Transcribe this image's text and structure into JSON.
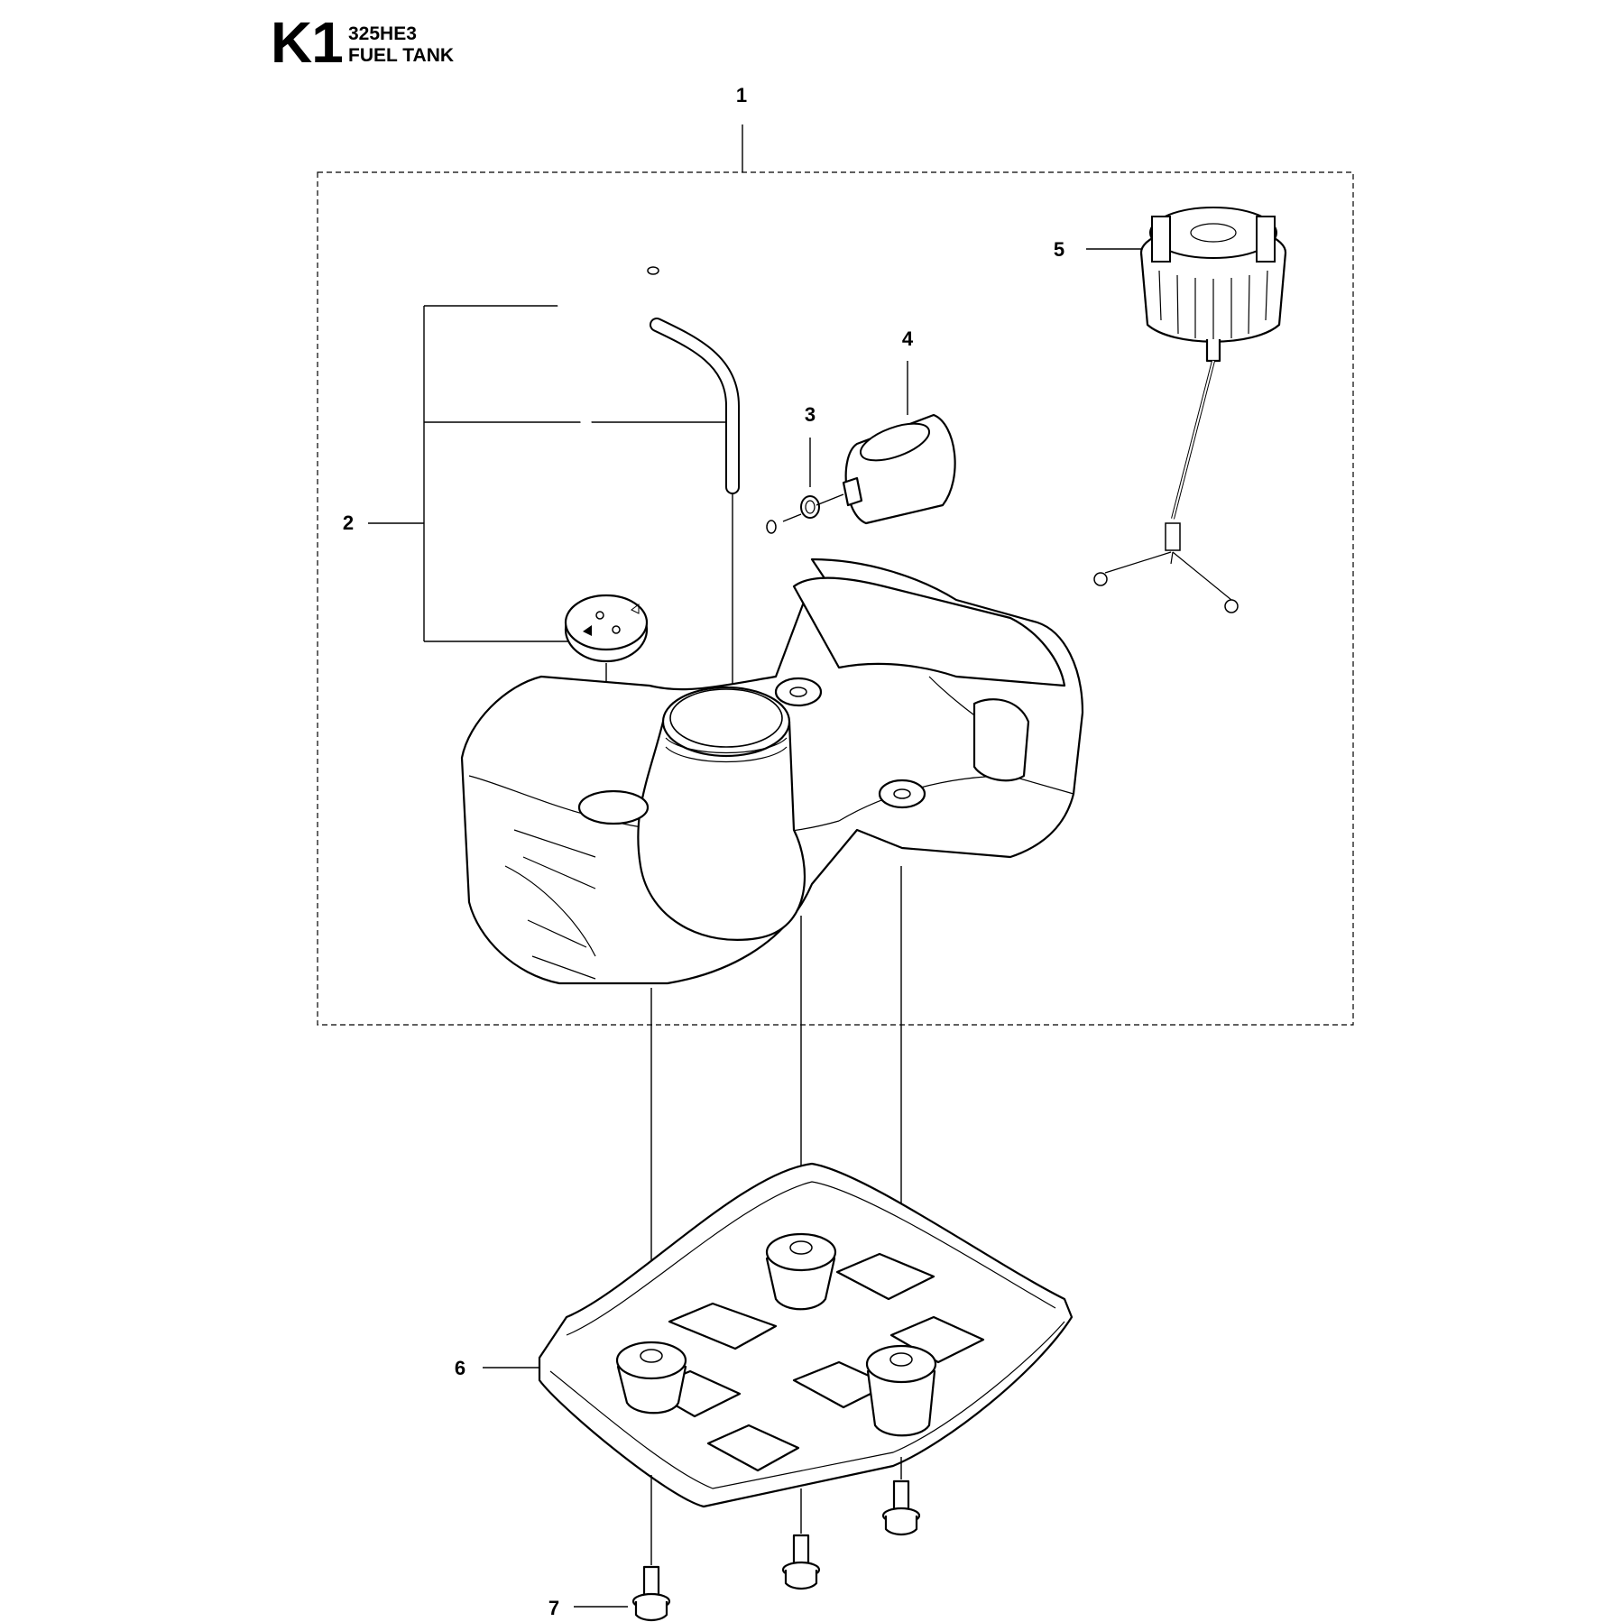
{
  "header": {
    "code": "K1",
    "model": "325HE3",
    "title": "FUEL TANK"
  },
  "callouts": [
    {
      "number": "1"
    },
    {
      "number": "2"
    },
    {
      "number": "3"
    },
    {
      "number": "4"
    },
    {
      "number": "5"
    },
    {
      "number": "6"
    },
    {
      "number": "7"
    }
  ],
  "colors": {
    "line": "#000000",
    "background": "#ffffff"
  }
}
